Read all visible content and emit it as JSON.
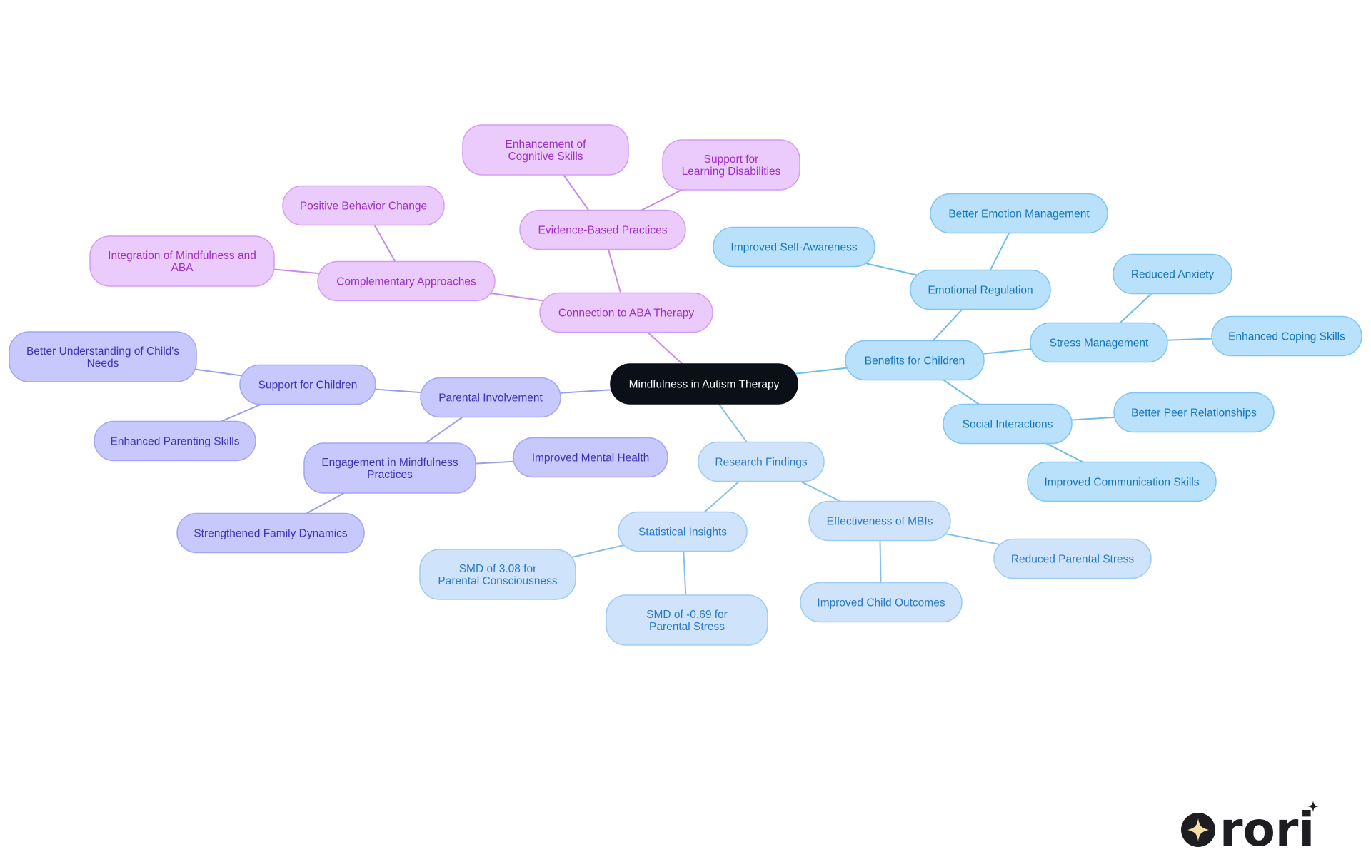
{
  "colors": {
    "background": "#ffffff",
    "root_fill": "#0b0f17",
    "root_text": "#ffffff",
    "purple_fill": "#ebcbfb",
    "purple_stroke": "#d49cf3",
    "purple_text": "#9a2fc9",
    "indigo_fill": "#c7c8fb",
    "indigo_stroke": "#a3a6f2",
    "indigo_text": "#3a34b8",
    "sky_fill": "#b9e1fc",
    "sky_stroke": "#7fc6f2",
    "sky_text": "#1676bd",
    "pale_fill": "#cfe4fb",
    "pale_stroke": "#9ecbf3",
    "pale_text": "#2a78c8",
    "logo_dark": "#1e1e22",
    "logo_star": "#f6dfa7"
  },
  "diagram": {
    "root": "Mindfulness in Autism Therapy",
    "nodes": {
      "aba": "Connection to ABA Therapy",
      "evidence": "Evidence-Based Practices",
      "cognitive": "Enhancement of Cognitive Skills",
      "learning": "Support for Learning Disabilities",
      "complementary": "Complementary Approaches",
      "positive": "Positive Behavior Change",
      "integration": "Integration of Mindfulness and ABA",
      "parental": "Parental Involvement",
      "support": "Support for Children",
      "understanding": "Better Understanding of Child's Needs",
      "parenting": "Enhanced Parenting Skills",
      "engagement": "Engagement in Mindfulness Practices",
      "mental": "Improved Mental Health",
      "family": "Strengthened Family Dynamics",
      "benefits": "Benefits for Children",
      "emotional": "Emotional Regulation",
      "emotion_mgmt": "Better Emotion Management",
      "self_awareness": "Improved Self-Awareness",
      "stress_mgmt": "Stress Management",
      "anxiety": "Reduced Anxiety",
      "coping": "Enhanced Coping Skills",
      "social": "Social Interactions",
      "peer": "Better Peer Relationships",
      "communication": "Improved Communication Skills",
      "research": "Research Findings",
      "statistical": "Statistical Insights",
      "smd_conscious": "SMD of 3.08 for Parental Consciousness",
      "smd_stress": "SMD of -0.69 for Parental Stress",
      "effectiveness": "Effectiveness of MBIs",
      "parental_stress": "Reduced Parental Stress",
      "child_outcomes": "Improved Child Outcomes"
    },
    "edges": [
      [
        "root",
        "aba"
      ],
      [
        "aba",
        "evidence"
      ],
      [
        "evidence",
        "cognitive"
      ],
      [
        "evidence",
        "learning"
      ],
      [
        "aba",
        "complementary"
      ],
      [
        "complementary",
        "positive"
      ],
      [
        "complementary",
        "integration"
      ],
      [
        "root",
        "parental"
      ],
      [
        "parental",
        "support"
      ],
      [
        "support",
        "understanding"
      ],
      [
        "support",
        "parenting"
      ],
      [
        "parental",
        "engagement"
      ],
      [
        "engagement",
        "mental"
      ],
      [
        "engagement",
        "family"
      ],
      [
        "root",
        "benefits"
      ],
      [
        "benefits",
        "emotional"
      ],
      [
        "emotional",
        "emotion_mgmt"
      ],
      [
        "emotional",
        "self_awareness"
      ],
      [
        "benefits",
        "stress_mgmt"
      ],
      [
        "stress_mgmt",
        "anxiety"
      ],
      [
        "stress_mgmt",
        "coping"
      ],
      [
        "benefits",
        "social"
      ],
      [
        "social",
        "peer"
      ],
      [
        "social",
        "communication"
      ],
      [
        "root",
        "research"
      ],
      [
        "research",
        "statistical"
      ],
      [
        "statistical",
        "smd_conscious"
      ],
      [
        "statistical",
        "smd_stress"
      ],
      [
        "research",
        "effectiveness"
      ],
      [
        "effectiveness",
        "parental_stress"
      ],
      [
        "effectiveness",
        "child_outcomes"
      ]
    ]
  },
  "logo": {
    "text": "rori",
    "icon": "sparkle-star-icon"
  }
}
